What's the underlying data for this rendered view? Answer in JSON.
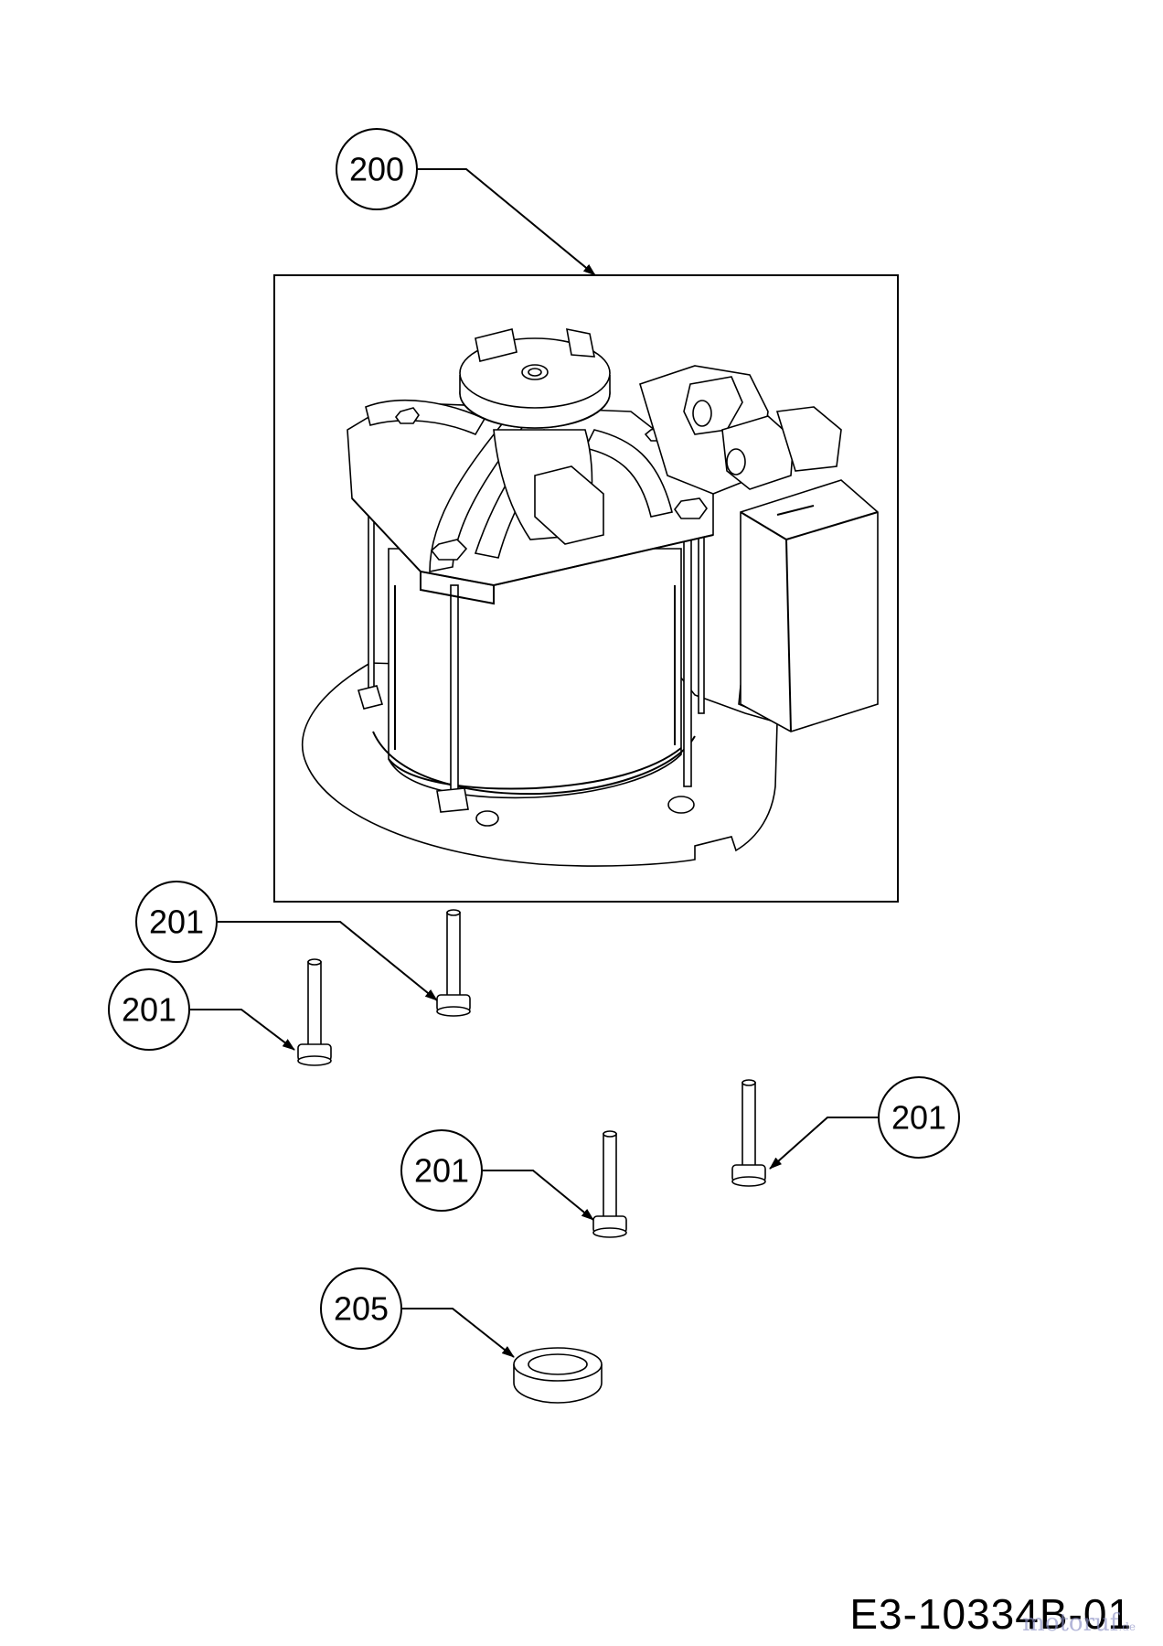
{
  "callouts": {
    "motor": "200",
    "screw_1": "201",
    "screw_2": "201",
    "screw_3": "201",
    "screw_4": "201",
    "bushing": "205"
  },
  "footer": {
    "drawing_code": "E3-10334B-01",
    "watermark": "motoruf",
    "watermark_tld": ".de"
  },
  "colors": {
    "line": "#000000",
    "background": "#ffffff",
    "watermark": "#8a8fc4"
  }
}
